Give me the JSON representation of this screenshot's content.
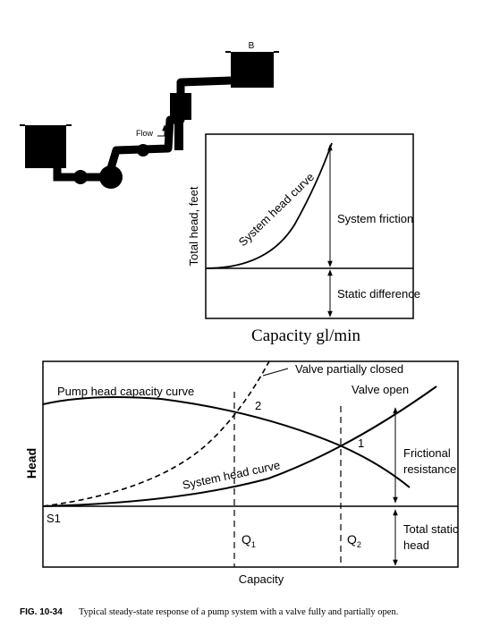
{
  "system_sketch": {
    "tank_label": "B",
    "flow_label": "Flow"
  },
  "top_chart": {
    "ylabel": "Total head, feet",
    "xlabel": "Capacity gl/min",
    "curve_label": "System head curve",
    "friction_label": "System friction",
    "static_label": "Static difference"
  },
  "bottom_chart": {
    "ylabel": "Head",
    "xlabel": "Capacity",
    "pump_curve_label": "Pump head capacity curve",
    "system_curve_label": "System head curve",
    "valve_closed_label": "Valve partially closed",
    "valve_open_label": "Valve open",
    "point2": "2",
    "point1": "1",
    "s1": "S1",
    "q1": "Q",
    "q1_sub": "1",
    "q2": "Q",
    "q2_sub": "2",
    "frictional_line1": "Frictional",
    "frictional_line2": "resistance",
    "static_line1": "Total static",
    "static_line2": "head"
  },
  "caption": {
    "fig_label": "FIG. 10-34",
    "text": "Typical steady-state response of a pump system with a valve fully and partially open."
  }
}
